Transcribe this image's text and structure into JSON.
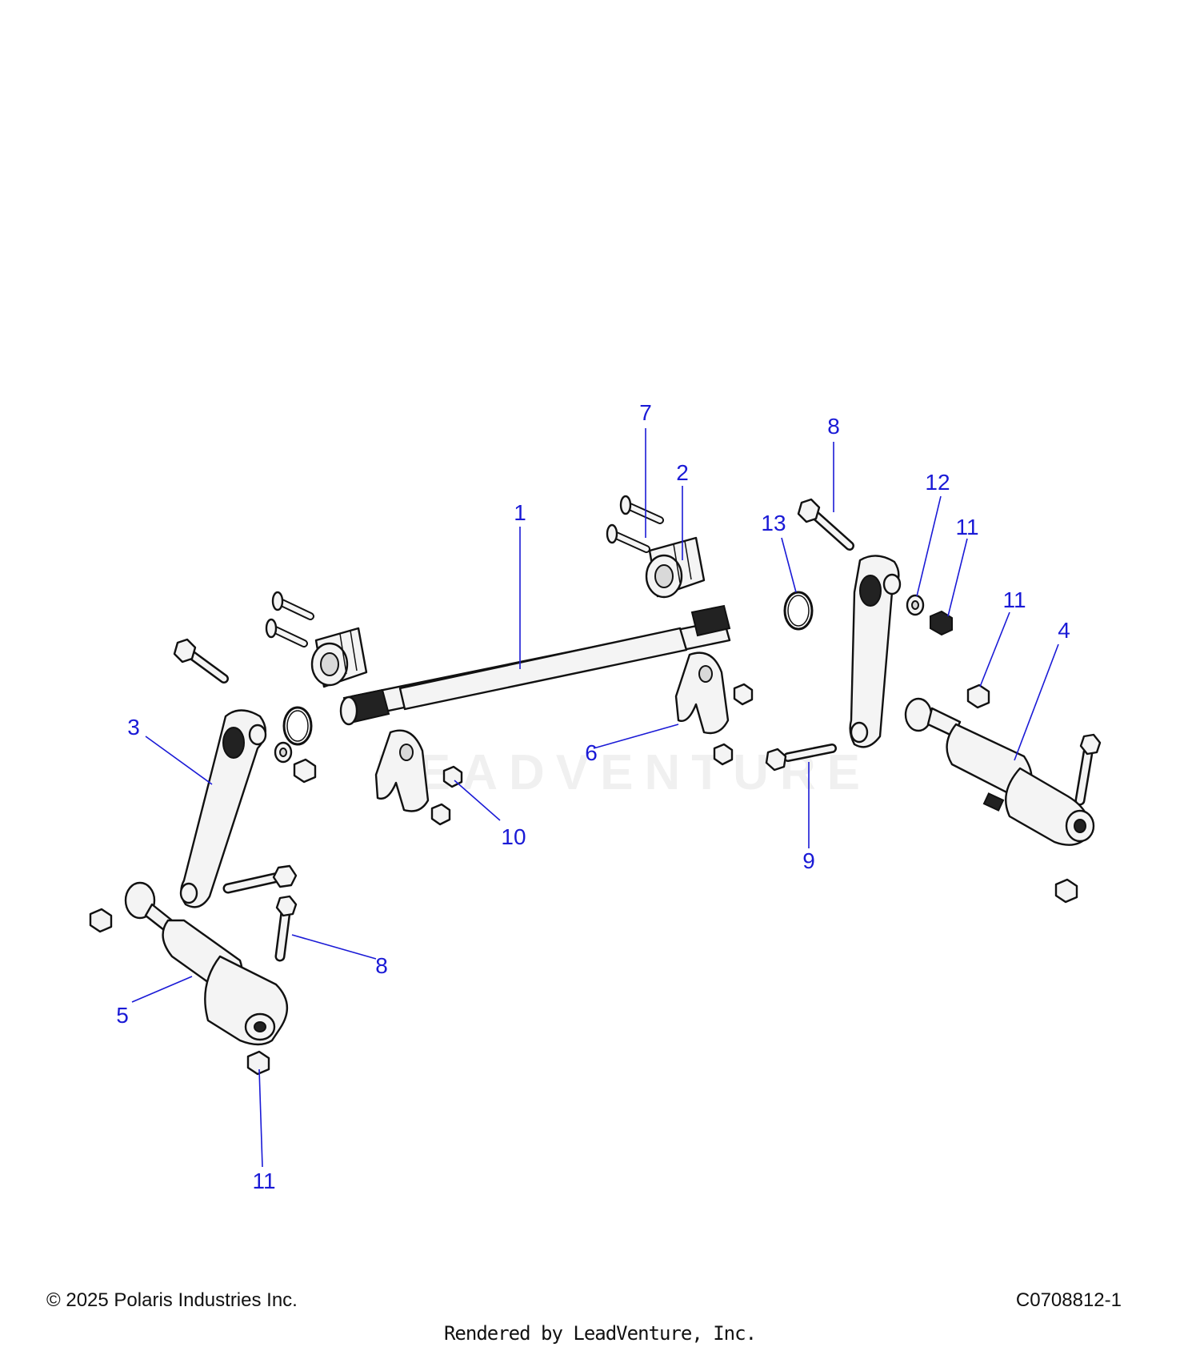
{
  "diagram": {
    "callouts": [
      {
        "id": "c1",
        "label": "1"
      },
      {
        "id": "c2",
        "label": "2"
      },
      {
        "id": "c3",
        "label": "3"
      },
      {
        "id": "c4",
        "label": "4"
      },
      {
        "id": "c5",
        "label": "5"
      },
      {
        "id": "c6",
        "label": "6"
      },
      {
        "id": "c7",
        "label": "7"
      },
      {
        "id": "c8a",
        "label": "8"
      },
      {
        "id": "c8b",
        "label": "8"
      },
      {
        "id": "c9",
        "label": "9"
      },
      {
        "id": "c10",
        "label": "10"
      },
      {
        "id": "c11a",
        "label": "11"
      },
      {
        "id": "c11b",
        "label": "11"
      },
      {
        "id": "c11c",
        "label": "11"
      },
      {
        "id": "c12",
        "label": "12"
      },
      {
        "id": "c13",
        "label": "13"
      }
    ],
    "watermark": "LEADVENTURE",
    "callout_color": "#1a1ad6"
  },
  "footer": {
    "copyright": "© 2025 Polaris Industries Inc.",
    "diagram_code": "C0708812-1",
    "rendered_by": "Rendered by LeadVenture, Inc."
  }
}
